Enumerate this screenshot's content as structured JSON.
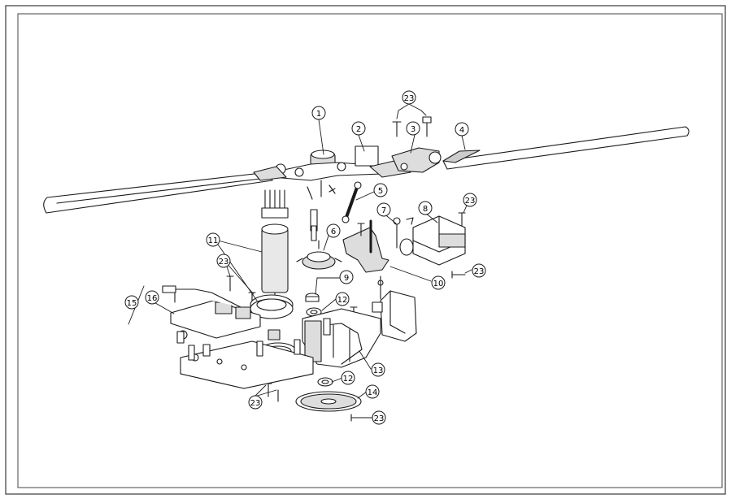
{
  "diagram": {
    "callouts": [
      {
        "id": "c1",
        "label": "1"
      },
      {
        "id": "c2",
        "label": "2"
      },
      {
        "id": "c3",
        "label": "3"
      },
      {
        "id": "c4",
        "label": "4"
      },
      {
        "id": "c5",
        "label": "5"
      },
      {
        "id": "c6",
        "label": "6"
      },
      {
        "id": "c7",
        "label": "7"
      },
      {
        "id": "c8",
        "label": "8"
      },
      {
        "id": "c9",
        "label": "9"
      },
      {
        "id": "c10",
        "label": "10"
      },
      {
        "id": "c11",
        "label": "11"
      },
      {
        "id": "c12a",
        "label": "12"
      },
      {
        "id": "c12b",
        "label": "12"
      },
      {
        "id": "c13",
        "label": "13"
      },
      {
        "id": "c14",
        "label": "14"
      },
      {
        "id": "c15",
        "label": "15"
      },
      {
        "id": "c16",
        "label": "16"
      },
      {
        "id": "c23a",
        "label": "23"
      },
      {
        "id": "c23b",
        "label": "23"
      },
      {
        "id": "c23c",
        "label": "23"
      },
      {
        "id": "c23d",
        "label": "23"
      },
      {
        "id": "c23e",
        "label": "23"
      },
      {
        "id": "c23f",
        "label": "23"
      }
    ]
  },
  "colors": {
    "line": "#1a1a1a",
    "frame": "#555555",
    "paper": "#ffffff",
    "shade": "#dddddd"
  }
}
